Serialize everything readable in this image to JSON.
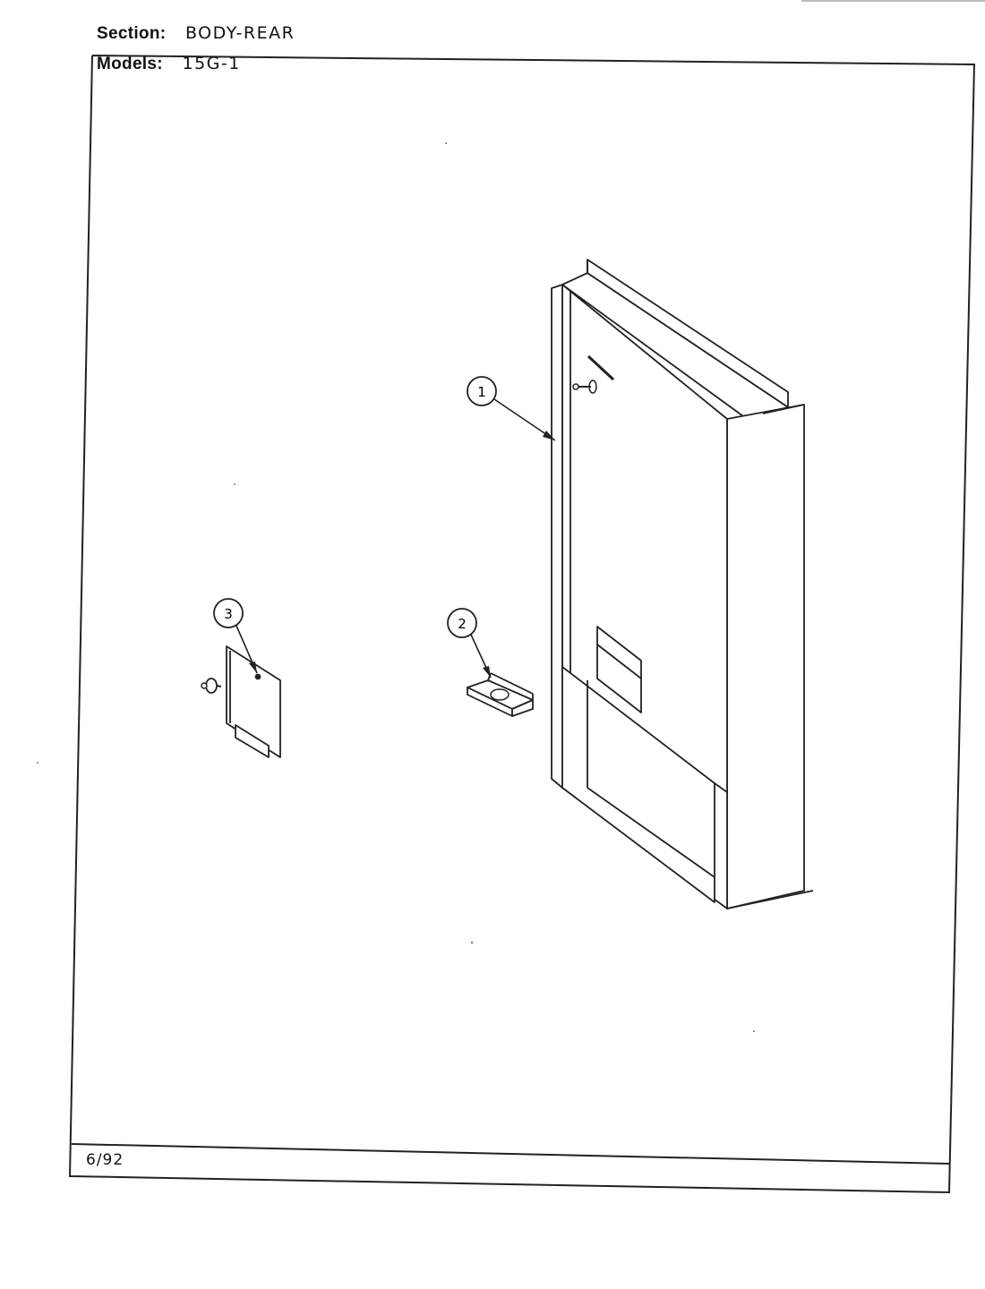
{
  "header": {
    "section_label": "Section:",
    "section_value": "BODY-REAR",
    "models_label": "Models:",
    "models_value": "15G-1"
  },
  "callouts": [
    "1",
    "2",
    "3"
  ],
  "footer": {
    "date": "6/92"
  }
}
